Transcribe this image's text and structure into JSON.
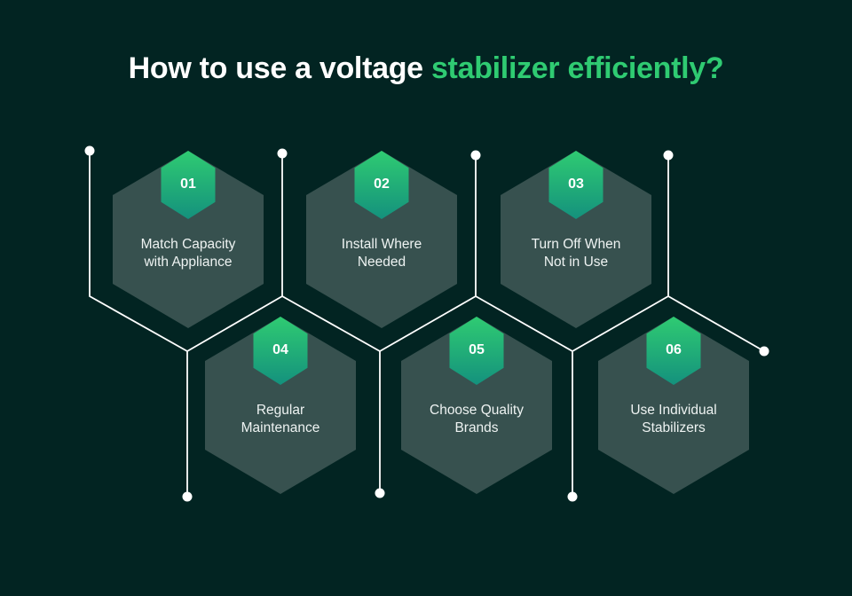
{
  "title": {
    "prefix": "How to use a voltage",
    "accent": "stabilizer efficiently?"
  },
  "colors": {
    "background": "#022422",
    "hexagon": "#37514f",
    "badge_top": "#2fcb72",
    "badge_bottom": "#14917d",
    "accent": "#2fcb72",
    "line": "#ffffff"
  },
  "steps": [
    {
      "number": "01",
      "line1": "Match Capacity",
      "line2": "with Appliance"
    },
    {
      "number": "02",
      "line1": "Install Where",
      "line2": "Needed"
    },
    {
      "number": "03",
      "line1": "Turn Off When",
      "line2": "Not in Use"
    },
    {
      "number": "04",
      "line1": "Regular",
      "line2": "Maintenance"
    },
    {
      "number": "05",
      "line1": "Choose Quality",
      "line2": "Brands"
    },
    {
      "number": "06",
      "line1": "Use Individual",
      "line2": "Stabilizers"
    }
  ]
}
